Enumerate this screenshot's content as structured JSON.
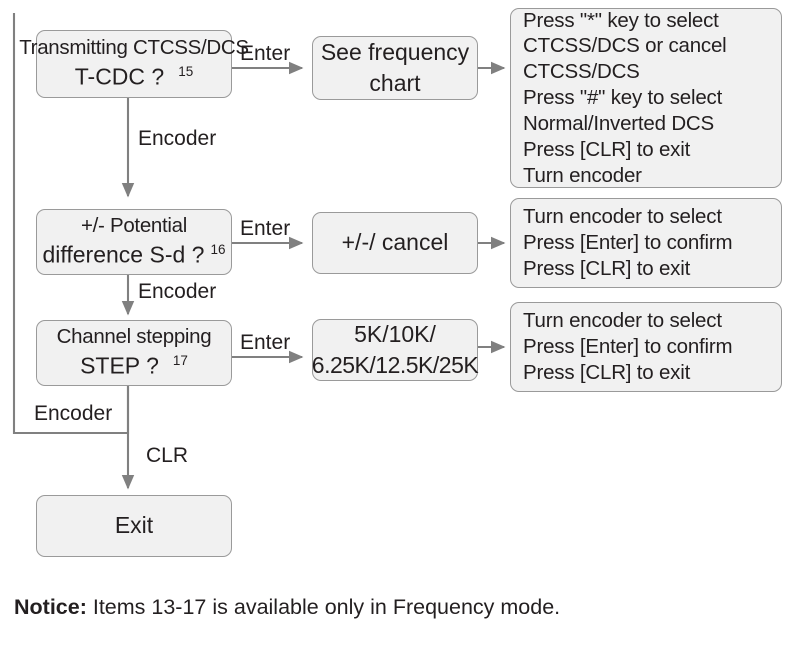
{
  "diagram": {
    "title": "Frequency mode menu flow (items 15-17)",
    "colors": {
      "node_fill": "#f1f1f1",
      "node_border": "#9a9a9a",
      "wire": "#808080",
      "text": "#231f20",
      "background": "#ffffff"
    },
    "menu_nodes": [
      {
        "id": "t-cdc",
        "line1": "Transmitting CTCSS/DCS",
        "line2": "T-CDC ?",
        "index": "15"
      },
      {
        "id": "s-d",
        "line1": "+/-  Potential",
        "line2": "difference S-d ?",
        "index": "16"
      },
      {
        "id": "step",
        "line1": "Channel stepping",
        "line2": "STEP ?",
        "index": "17"
      }
    ],
    "value_nodes": [
      {
        "id": "freq-chart",
        "lines": [
          "See frequency",
          "chart"
        ]
      },
      {
        "id": "plus-minus-cancel",
        "lines": [
          "+/-/ cancel"
        ]
      },
      {
        "id": "step-values",
        "lines": [
          "5K/10K/",
          "6.25K/12.5K/25K"
        ]
      }
    ],
    "note_nodes": [
      {
        "id": "note-ctcss",
        "lines": [
          "Press \"*\" key to select",
          "CTCSS/DCS or cancel",
          "CTCSS/DCS",
          "Press \"#\" key to select",
          "Normal/Inverted DCS",
          "Press [CLR] to exit",
          "Turn encoder"
        ]
      },
      {
        "id": "note-s-d",
        "lines": [
          "Turn encoder to select",
          "Press [Enter] to confirm",
          "Press [CLR] to exit"
        ]
      },
      {
        "id": "note-step",
        "lines": [
          "Turn encoder to select",
          "Press [Enter] to confirm",
          "Press [CLR] to exit"
        ]
      }
    ],
    "exit_node": {
      "id": "exit",
      "label": "Exit"
    },
    "edge_labels": [
      {
        "id": "enter-1",
        "text": "Enter"
      },
      {
        "id": "enter-2",
        "text": "Enter"
      },
      {
        "id": "enter-3",
        "text": "Enter"
      },
      {
        "id": "encoder-1",
        "text": "Encoder"
      },
      {
        "id": "encoder-2",
        "text": "Encoder"
      },
      {
        "id": "encoder-3",
        "text": "Encoder"
      },
      {
        "id": "clr",
        "text": "CLR"
      }
    ],
    "notice": {
      "label": "Notice:",
      "text": "Items 13-17 is available only in Frequency mode."
    }
  }
}
